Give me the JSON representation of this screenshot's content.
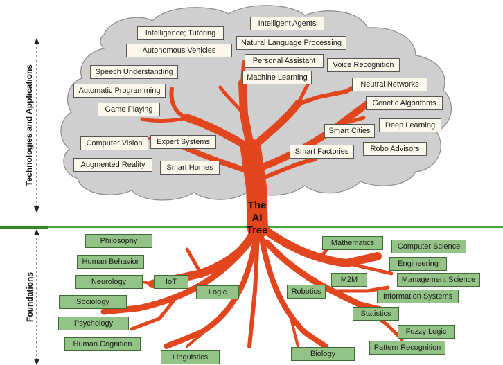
{
  "side_labels": {
    "technologies": "Technologies and Applications",
    "foundations": "Foundations"
  },
  "tree_title": [
    "The",
    "AI",
    "Tree"
  ],
  "colors": {
    "cloud": "#cfcfcf",
    "tree": "#e2461f",
    "ground": "#4aa63c",
    "technology_box": "#fbf7ea",
    "foundation_box": "#93c387"
  },
  "technologies": [
    "Intelligent Agents",
    "Intelligence; Tutoring",
    "Natural Language Processing",
    "Autonomous Vehicles",
    "Personal Assistant",
    "Voice Recognition",
    "Speech Understanding",
    "Machine Learning",
    "Neutral Networks",
    "Automatic Programming",
    "Genetic Algorithms",
    "Game Playing",
    "Smart Cities",
    "Deep Learning",
    "Computer Vision",
    "Expert Systems",
    "Smart Factories",
    "Robo Advisors",
    "Augmented Reality",
    "Smart Homes"
  ],
  "foundations": [
    "Philosophy",
    "Mathematics",
    "Computer Science",
    "Human Behavior",
    "Engineering",
    "Neurology",
    "IoT",
    "M2M",
    "Management Science",
    "Logic",
    "Robotics",
    "Sociology",
    "Information Systems",
    "Statistics",
    "Psychology",
    "Fuzzy Logic",
    "Human Cognition",
    "Pattern Recognition",
    "Linguistics",
    "Biology"
  ]
}
